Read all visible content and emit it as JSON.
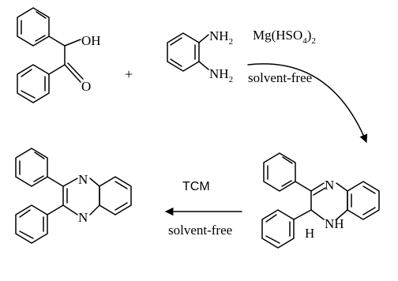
{
  "atoms": {
    "oh": "OH",
    "o": "O",
    "nh2": "NH",
    "sub2": "2",
    "n": "N",
    "nh": "NH",
    "h": "H"
  },
  "plus": "+",
  "step1": {
    "reagent_main": "Mg(HSO",
    "reagent_sub": "4",
    "reagent_close": ")",
    "reagent_sub2": "2",
    "condition": "solvent-free"
  },
  "step2": {
    "reagent": "TCM",
    "condition": "solvent-free"
  }
}
